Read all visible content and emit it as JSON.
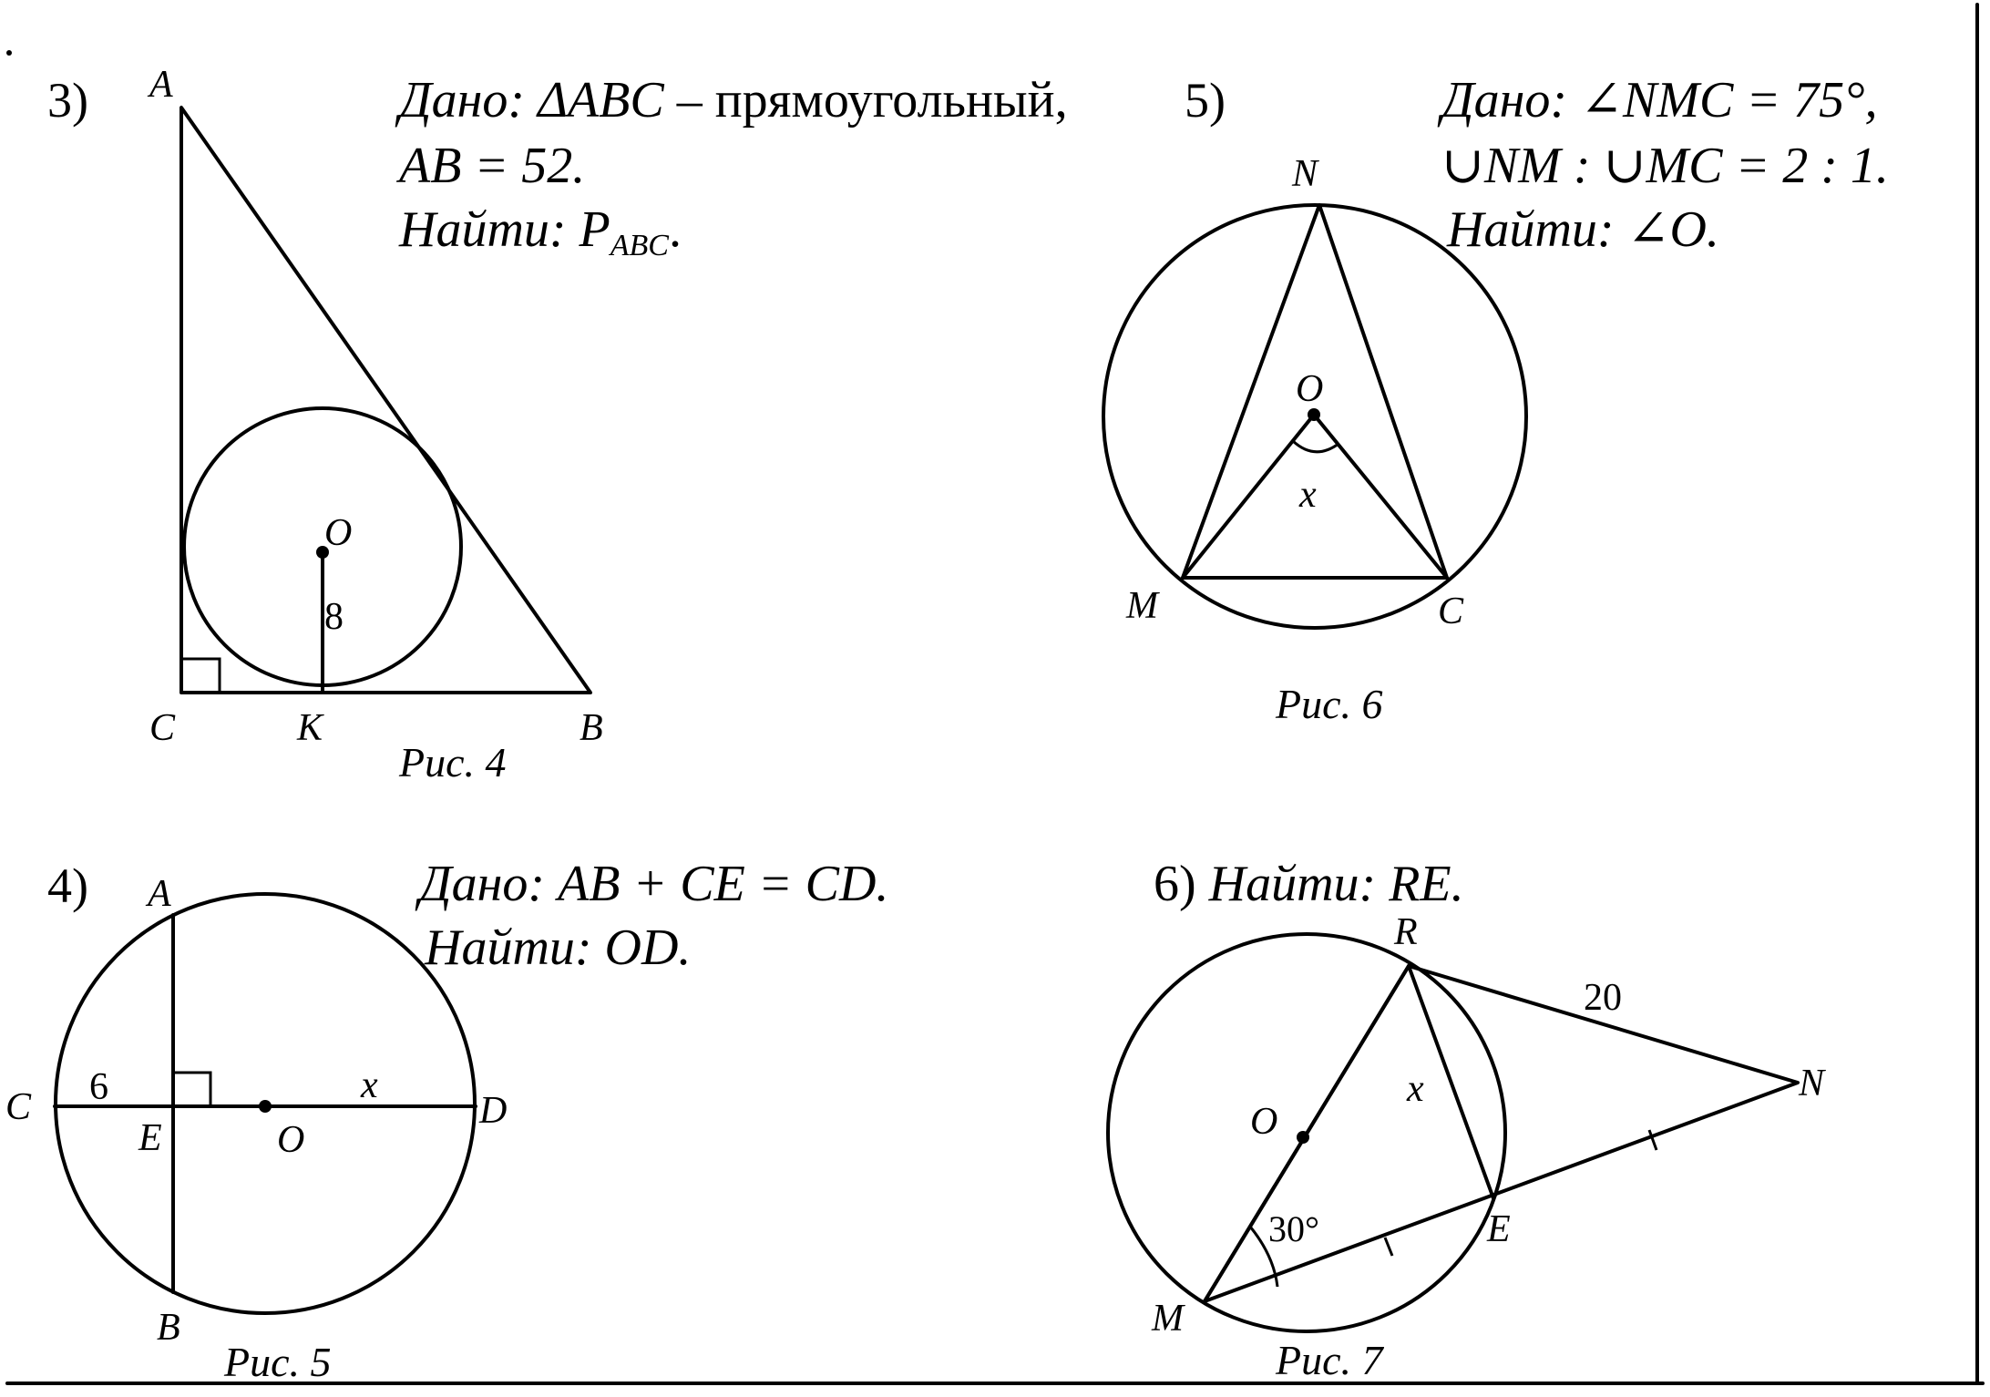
{
  "problems": {
    "p3": {
      "number": "3)",
      "given_prefix": "Дано: ",
      "given_formula": "ΔABC",
      "given_rest": " – прямоугольный,",
      "given_line2": "AB = 52.",
      "find_prefix": "Найти: ",
      "find_value": "P",
      "find_sub": "ABC",
      "find_end": ".",
      "figure": {
        "caption": "Рис. 4",
        "labels": {
          "A": "A",
          "B": "B",
          "C": "C",
          "K": "K",
          "O": "O",
          "radius": "8"
        }
      }
    },
    "p4": {
      "number": "4)",
      "given_prefix": "Дано: ",
      "given_value": "AB + CE = CD.",
      "find_prefix": "Найти: ",
      "find_value": "OD.",
      "figure": {
        "caption": "Рис. 5",
        "labels": {
          "A": "A",
          "B": "B",
          "C": "C",
          "D": "D",
          "E": "E",
          "O": "O",
          "ce": "6",
          "x": "x"
        }
      }
    },
    "p5": {
      "number": "5)",
      "given_prefix": "Дано: ",
      "given_value": "∠NMC = 75°,",
      "given_line2": "∪NM : ∪MC = 2 : 1.",
      "find_prefix": "Найти: ",
      "find_value": "∠O.",
      "figure": {
        "caption": "Рис. 6",
        "labels": {
          "N": "N",
          "M": "M",
          "C": "C",
          "O": "O",
          "x": "x"
        }
      }
    },
    "p6": {
      "number": "6)",
      "find_prefix": " Найти: ",
      "find_value": "RE.",
      "figure": {
        "caption": "Рис. 7",
        "labels": {
          "R": "R",
          "N": "N",
          "M": "M",
          "E": "E",
          "O": "O",
          "x": "x",
          "rn": "20",
          "angle": "30°"
        }
      }
    }
  }
}
